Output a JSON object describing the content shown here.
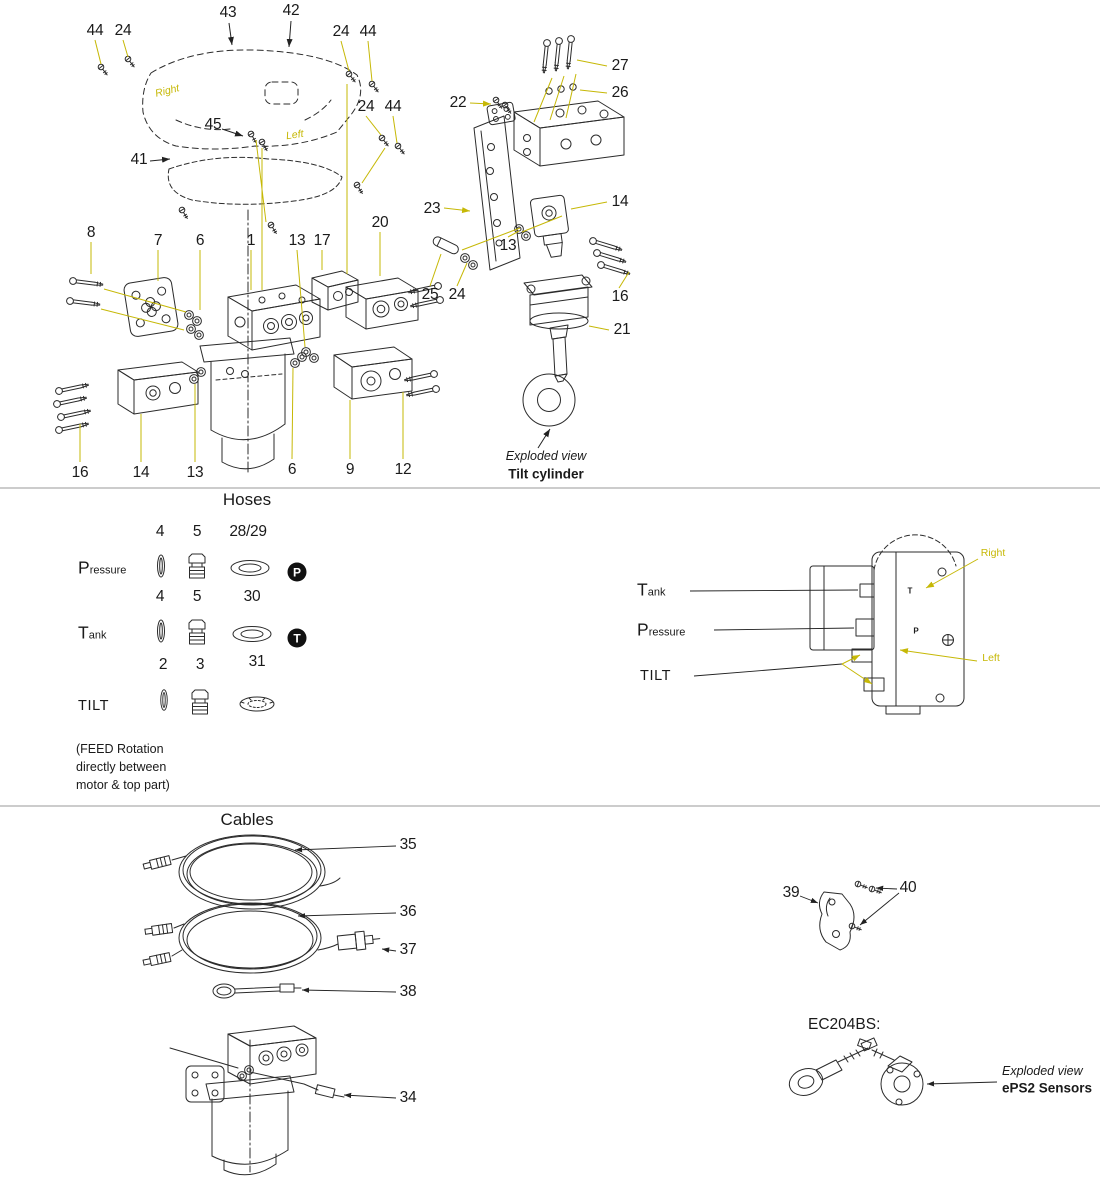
{
  "top_left": {
    "n44": "44",
    "n24": "24",
    "n43": "43",
    "n42": "42",
    "n45": "45",
    "n41": "41",
    "n8": "8",
    "n7": "7",
    "n6": "6",
    "n1": "1",
    "n13": "13",
    "n17": "17",
    "n20": "20",
    "n16": "16",
    "n14": "14",
    "n9": "9",
    "n12": "12",
    "right": "Right",
    "left": "Left"
  },
  "top_right": {
    "n27": "27",
    "n26": "26",
    "n22": "22",
    "n23": "23",
    "n14": "14",
    "n13": "13",
    "n25": "25",
    "n24": "24",
    "n16": "16",
    "n21": "21",
    "caption_line1": "Exploded view",
    "caption_line2": "Tilt cylinder"
  },
  "hoses": {
    "title": "Hoses",
    "rows": [
      {
        "label": "Pressure",
        "nums": [
          "4",
          "5",
          "28/29"
        ],
        "badge": "P"
      },
      {
        "label": "Tank",
        "nums": [
          "4",
          "5",
          "30"
        ],
        "badge": "T"
      },
      {
        "label": "TILT",
        "nums": [
          "2",
          "3",
          "31"
        ]
      }
    ],
    "note_lines": [
      "(FEED Rotation",
      "directly between",
      "motor & top part)"
    ],
    "side": {
      "tank": "Tank",
      "pressure": "Pressure",
      "tilt": "TILT",
      "right": "Right",
      "left": "Left",
      "t_port": "T",
      "p_port": "P"
    }
  },
  "cables": {
    "title": "Cables",
    "n35": "35",
    "n36": "36",
    "n37": "37",
    "n38": "38",
    "n34": "34",
    "n39": "39",
    "n40": "40",
    "ec_label": "EC204BS:",
    "caption_line1": "Exploded view",
    "caption_line2": "ePS2 Sensors"
  }
}
